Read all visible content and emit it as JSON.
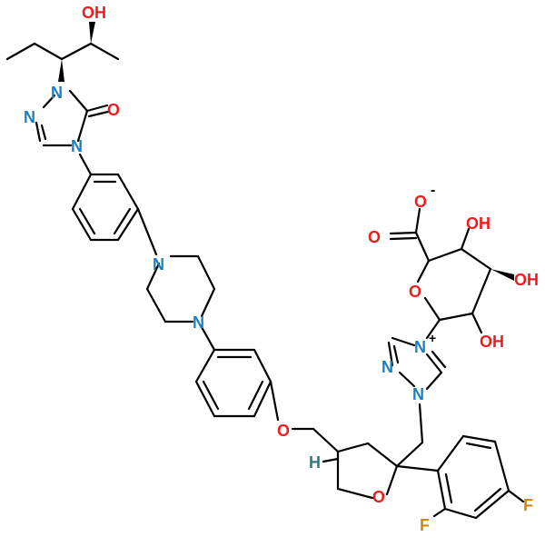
{
  "atoms": {
    "oh_top": "OH",
    "n_triazolone_1": "N",
    "n_triazolone_2": "N",
    "n_triazolone_4": "N",
    "o_carbonyl": "O",
    "n_piperazine_top": "N",
    "n_piperazine_bottom": "N",
    "o_ether": "O",
    "h_stereo": "H",
    "o_thf": "O",
    "f_ortho": "F",
    "f_para": "F",
    "o_carboxyl_double": "O",
    "o_carboxylate": "O",
    "charge_minus": "-",
    "oh_sugar_1": "OH",
    "oh_sugar_2": "OH",
    "oh_sugar_3": "OH",
    "o_pyranose": "O",
    "n_triazolium_plus": "N",
    "charge_plus": "+",
    "n_triazolium_2": "N",
    "n_triazolium_1": "N"
  },
  "colors": {
    "bond": "#000000",
    "oxygen": "#ee1c1c",
    "nitrogen": "#1a7fc1",
    "fluorine": "#d4870a",
    "hydrogen": "#2a7e7e"
  }
}
